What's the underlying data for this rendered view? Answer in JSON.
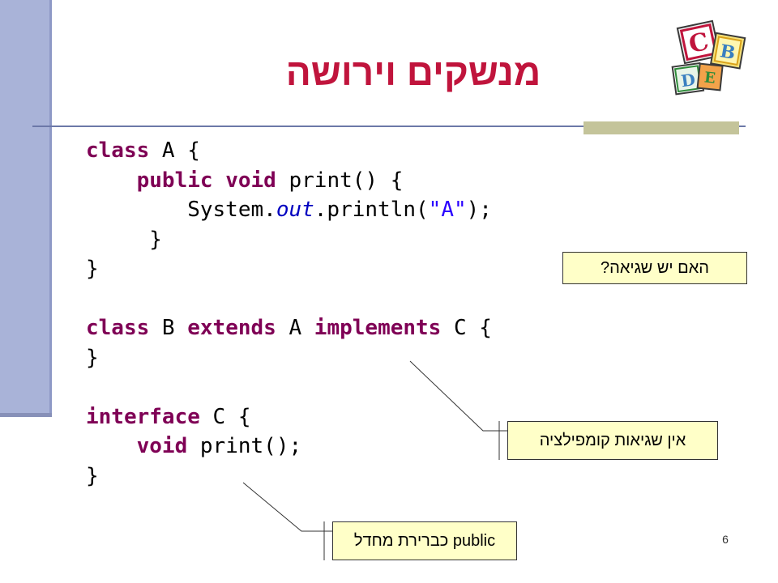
{
  "slide": {
    "title": "מנשקים וירושה",
    "page_number": "6"
  },
  "code": {
    "lines": [
      [
        {
          "t": "class",
          "c": "kw"
        },
        {
          "t": " A {"
        }
      ],
      [
        {
          "t": "    "
        },
        {
          "t": "public",
          "c": "kw"
        },
        {
          "t": " "
        },
        {
          "t": "void",
          "c": "kw"
        },
        {
          "t": " print() {"
        }
      ],
      [
        {
          "t": "        System."
        },
        {
          "t": "out",
          "c": "it"
        },
        {
          "t": ".println("
        },
        {
          "t": "\"A\"",
          "c": "str"
        },
        {
          "t": ");"
        }
      ],
      [
        {
          "t": "     }"
        }
      ],
      [
        {
          "t": "}"
        }
      ],
      [
        {
          "t": ""
        }
      ],
      [
        {
          "t": "class",
          "c": "kw"
        },
        {
          "t": " B "
        },
        {
          "t": "extends",
          "c": "kw"
        },
        {
          "t": " A "
        },
        {
          "t": "implements",
          "c": "kw"
        },
        {
          "t": " C {"
        }
      ],
      [
        {
          "t": "}"
        }
      ],
      [
        {
          "t": ""
        }
      ],
      [
        {
          "t": "interface",
          "c": "kw"
        },
        {
          "t": " C {"
        }
      ],
      [
        {
          "t": "    "
        },
        {
          "t": "void",
          "c": "kw"
        },
        {
          "t": " print();"
        }
      ],
      [
        {
          "t": "}"
        }
      ]
    ]
  },
  "callouts": {
    "question": "האם יש שגיאה?",
    "no_errors": "אין שגיאות קומפילציה",
    "default_public": "public כברירת מחדל"
  },
  "logo": {
    "letters": [
      "C",
      "B",
      "D",
      "E"
    ],
    "icon": "abc-blocks-icon"
  },
  "colors": {
    "title": "#c0143c",
    "keyword": "#7f0055",
    "callout_bg": "#ffffc8",
    "left_bar": "#a9b3d8"
  }
}
